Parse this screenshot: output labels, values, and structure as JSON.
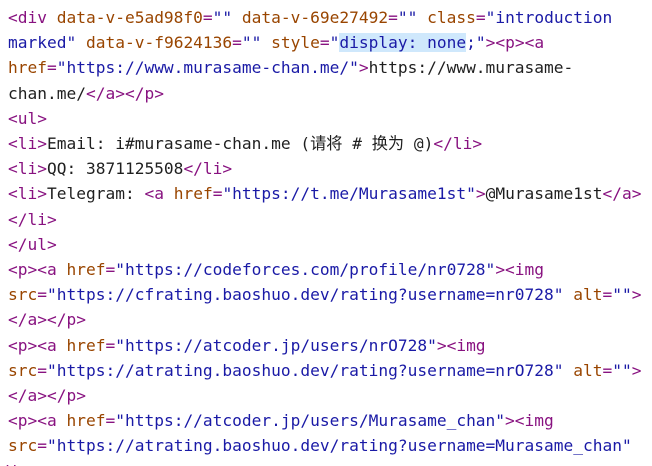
{
  "lines": [
    [
      {
        "k": "t",
        "s": "<div "
      },
      {
        "k": "a",
        "s": "data-v-e5ad98f0"
      },
      {
        "k": "t",
        "s": "="
      },
      {
        "k": "v",
        "s": "\"\""
      },
      {
        "k": "t",
        "s": " "
      },
      {
        "k": "a",
        "s": "data-v-69e27492"
      },
      {
        "k": "t",
        "s": "="
      },
      {
        "k": "v",
        "s": "\"\""
      },
      {
        "k": "t",
        "s": " "
      },
      {
        "k": "a",
        "s": "class"
      },
      {
        "k": "t",
        "s": "="
      },
      {
        "k": "v",
        "s": "\"introduction"
      }
    ],
    [
      {
        "k": "v",
        "s": "marked\""
      },
      {
        "k": "t",
        "s": " "
      },
      {
        "k": "a",
        "s": "data-v-f9624136"
      },
      {
        "k": "t",
        "s": "="
      },
      {
        "k": "v",
        "s": "\"\""
      },
      {
        "k": "t",
        "s": " "
      },
      {
        "k": "a",
        "s": "style"
      },
      {
        "k": "t",
        "s": "="
      },
      {
        "k": "v",
        "s": "\""
      },
      {
        "k": "v",
        "s": "display: none",
        "hl": true
      },
      {
        "k": "v",
        "s": ";\""
      },
      {
        "k": "t",
        "s": "><p><a"
      }
    ],
    [
      {
        "k": "a",
        "s": "href"
      },
      {
        "k": "t",
        "s": "="
      },
      {
        "k": "v",
        "s": "\"https://www.murasame-chan.me/\""
      },
      {
        "k": "t",
        "s": ">"
      },
      {
        "k": "x",
        "s": "https://www.murasame-"
      }
    ],
    [
      {
        "k": "x",
        "s": "chan.me/"
      },
      {
        "k": "t",
        "s": "</a></p>"
      }
    ],
    [
      {
        "k": "t",
        "s": "<ul>"
      }
    ],
    [
      {
        "k": "t",
        "s": "<li>"
      },
      {
        "k": "x",
        "s": "Email: i#murasame-chan.me (请将 # 换为 @)"
      },
      {
        "k": "t",
        "s": "</li>"
      }
    ],
    [
      {
        "k": "t",
        "s": "<li>"
      },
      {
        "k": "x",
        "s": "QQ: 3871125508"
      },
      {
        "k": "t",
        "s": "</li>"
      }
    ],
    [
      {
        "k": "t",
        "s": "<li>"
      },
      {
        "k": "x",
        "s": "Telegram: "
      },
      {
        "k": "t",
        "s": "<a "
      },
      {
        "k": "a",
        "s": "href"
      },
      {
        "k": "t",
        "s": "="
      },
      {
        "k": "v",
        "s": "\"https://t.me/Murasame1st\""
      },
      {
        "k": "t",
        "s": ">"
      },
      {
        "k": "x",
        "s": "@Murasame1st"
      },
      {
        "k": "t",
        "s": "</a>"
      }
    ],
    [
      {
        "k": "t",
        "s": "</li>"
      }
    ],
    [
      {
        "k": "t",
        "s": "</ul>"
      }
    ],
    [
      {
        "k": "t",
        "s": "<p><a "
      },
      {
        "k": "a",
        "s": "href"
      },
      {
        "k": "t",
        "s": "="
      },
      {
        "k": "v",
        "s": "\"https://codeforces.com/profile/nr0728\""
      },
      {
        "k": "t",
        "s": "><img"
      }
    ],
    [
      {
        "k": "a",
        "s": "src"
      },
      {
        "k": "t",
        "s": "="
      },
      {
        "k": "v",
        "s": "\"https://cfrating.baoshuo.dev/rating?username=nr0728\""
      },
      {
        "k": "t",
        "s": " "
      },
      {
        "k": "a",
        "s": "alt"
      },
      {
        "k": "t",
        "s": "="
      },
      {
        "k": "v",
        "s": "\"\""
      },
      {
        "k": "t",
        "s": ">"
      }
    ],
    [
      {
        "k": "t",
        "s": "</a></p>"
      }
    ],
    [
      {
        "k": "t",
        "s": "<p><a "
      },
      {
        "k": "a",
        "s": "href"
      },
      {
        "k": "t",
        "s": "="
      },
      {
        "k": "v",
        "s": "\"https://atcoder.jp/users/nrO728\""
      },
      {
        "k": "t",
        "s": "><img"
      }
    ],
    [
      {
        "k": "a",
        "s": "src"
      },
      {
        "k": "t",
        "s": "="
      },
      {
        "k": "v",
        "s": "\"https://atrating.baoshuo.dev/rating?username=nrO728\""
      },
      {
        "k": "t",
        "s": " "
      },
      {
        "k": "a",
        "s": "alt"
      },
      {
        "k": "t",
        "s": "="
      },
      {
        "k": "v",
        "s": "\"\""
      },
      {
        "k": "t",
        "s": ">"
      }
    ],
    [
      {
        "k": "t",
        "s": "</a></p>"
      }
    ],
    [
      {
        "k": "t",
        "s": "<p><a "
      },
      {
        "k": "a",
        "s": "href"
      },
      {
        "k": "t",
        "s": "="
      },
      {
        "k": "v",
        "s": "\"https://atcoder.jp/users/Murasame_chan\""
      },
      {
        "k": "t",
        "s": "><img"
      }
    ],
    [
      {
        "k": "a",
        "s": "src"
      },
      {
        "k": "t",
        "s": "="
      },
      {
        "k": "v",
        "s": "\"https://atrating.baoshuo.dev/rating?username=Murasame_chan\""
      }
    ],
    [
      {
        "k": "t",
        "s": "div>"
      }
    ]
  ]
}
